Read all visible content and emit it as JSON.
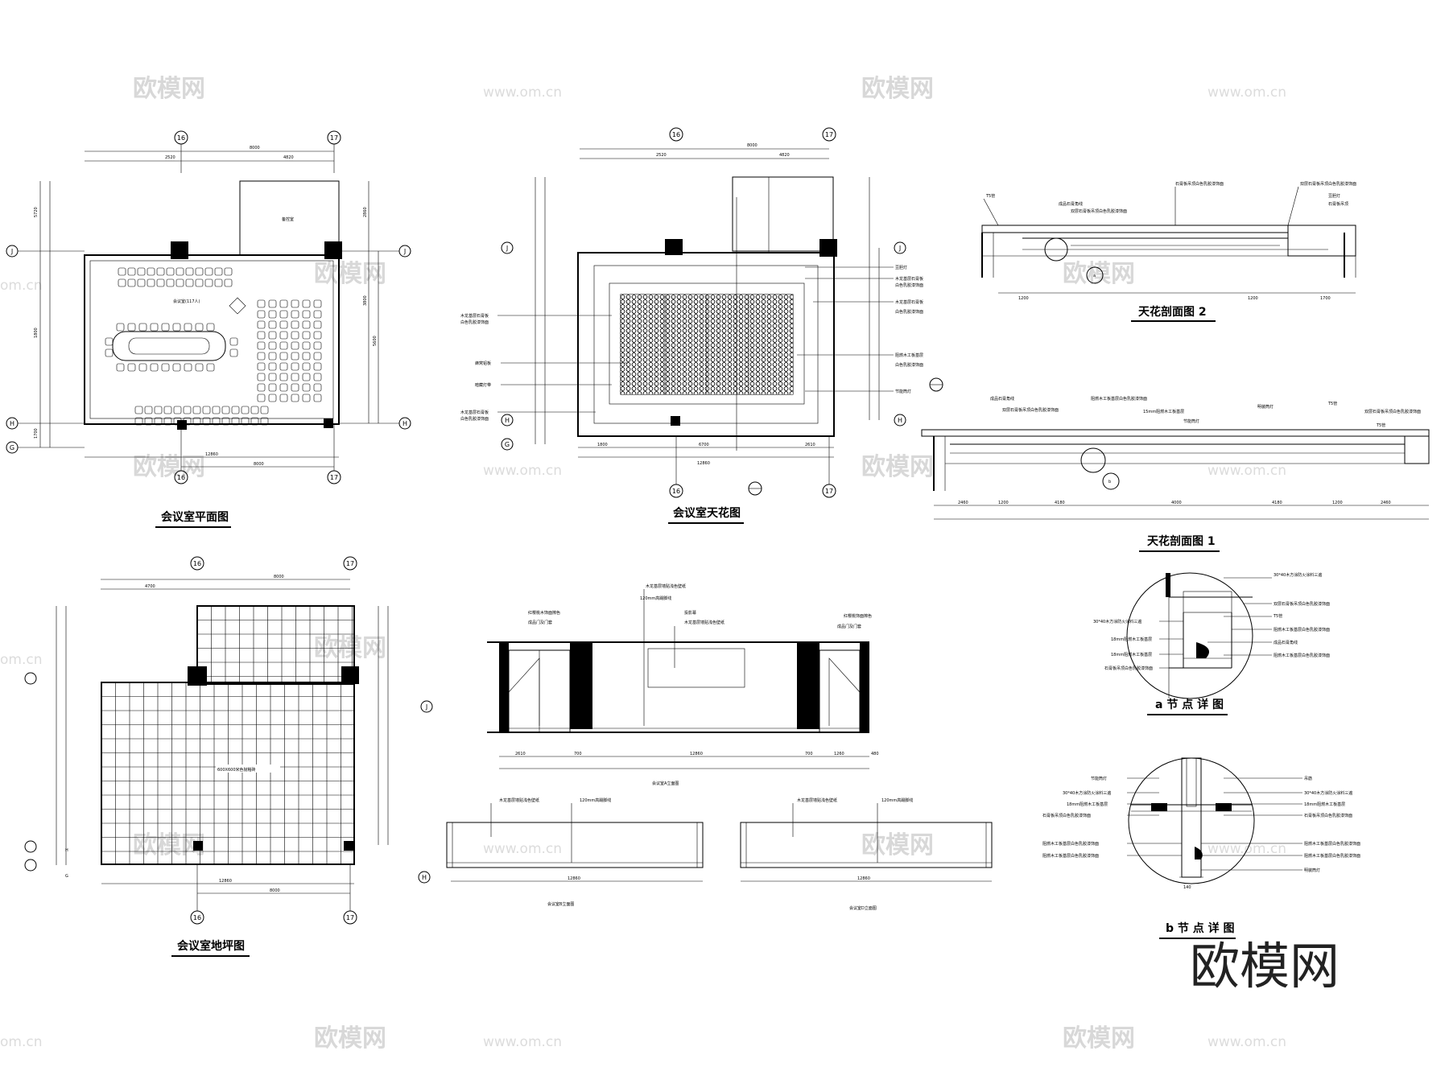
{
  "watermark": {
    "brand": "欧模网",
    "url": "www.om.cn",
    "url_short": "om.cn"
  },
  "brand_logo": "欧模网",
  "grid": {
    "c16": "16",
    "c17": "17",
    "rJ": "J",
    "rH": "H",
    "rG": "G"
  },
  "plan": {
    "title": "会议室平面图",
    "room_label": "会议室(117人)",
    "side_room": "备控室",
    "dims_top": [
      "2520",
      "4820",
      "8000"
    ],
    "dims_bottom": [
      "12860",
      "8000"
    ],
    "dims_left": [
      "5720",
      "1800",
      "1700"
    ],
    "dims_right": [
      "2860",
      "3800",
      "5600"
    ]
  },
  "ceiling": {
    "title": "会议室天花图",
    "dims_top": [
      "2520",
      "4820",
      "8000"
    ],
    "dims_bottom": [
      "1800",
      "6700",
      "2610",
      "12860"
    ],
    "labels_left": [
      "木龙基层石膏板",
      "白色乳胶漆饰面",
      "蜂窝铝板",
      "暗藏灯带",
      "木龙基层石膏板",
      "白色乳胶漆饰面"
    ],
    "labels_right": [
      "豆胆灯",
      "木龙基层石膏板",
      "白色乳胶漆饰面",
      "木龙基层石膏板",
      "白色乳胶漆饰面",
      "阻燃木工板基层",
      "白色乳胶漆饰面",
      "节能筒灯"
    ]
  },
  "section2": {
    "title": "天花剖面图 2",
    "labels": [
      "T5管",
      "成品石膏角线",
      "双层石膏板吊顶白色乳胶漆饰面",
      "石膏板吊顶白色乳胶漆饰面",
      "双层石膏板吊顶白色乳胶漆饰面",
      "豆胆灯",
      "石膏板吊顶"
    ],
    "dims": [
      "1200",
      "1200",
      "1700"
    ]
  },
  "section1": {
    "title": "天花剖面图 1",
    "labels": [
      "成品石膏角线",
      "双层石膏板吊顶白色乳胶漆饰面",
      "阻燃木工板基层白色乳胶漆饰面",
      "15mm阻燃木工板基层",
      "节能筒灯",
      "明装筒灯",
      "T5管",
      "双层石膏板吊顶白色乳胶漆饰面",
      "T5管"
    ],
    "dims": [
      "2460",
      "1200",
      "4180",
      "4000",
      "4180",
      "1200",
      "2460"
    ]
  },
  "floor": {
    "title": "会议室地坪图",
    "tile_label": "600X600米色抛釉砖",
    "dims_top": [
      "4700",
      "8000"
    ],
    "dims_bottom": [
      "12860",
      "8000"
    ]
  },
  "elevA": {
    "title": "会议室A立面图",
    "labels": [
      "红樱桃木饰面擦色",
      "成品门及门套",
      "木龙基层墙贴浅色壁纸",
      "120mm高踢脚线",
      "投影幕",
      "木龙基层墙贴浅色壁纸",
      "红樱桃饰面擦色",
      "成品门及门套"
    ],
    "dims": [
      "2610",
      "700",
      "12860",
      "700",
      "1260",
      "480"
    ]
  },
  "elevB": {
    "title": "会议室B立面图",
    "labels": [
      "木龙基层墙贴浅色壁纸",
      "120mm高踢脚线"
    ],
    "dims": [
      "12860"
    ]
  },
  "elevD": {
    "title": "会议室D立面图",
    "labels": [
      "木龙基层墙贴浅色壁纸",
      "120mm高踢脚线"
    ],
    "dims": [
      "12860"
    ]
  },
  "detailA": {
    "title": "a 节 点 详 图",
    "labels_right": [
      "30*40木方涂防火涂料三遍",
      "双层石膏板吊顶白色乳胶漆饰面",
      "T5管",
      "阻燃木工板基层白色乳胶漆饰面",
      "成品石膏角线",
      "阻燃木工板基层白色乳胶漆饰面"
    ],
    "labels_left": [
      "30*40木方涂防火涂料三遍",
      "18mm阻燃木工板基层",
      "18mm阻燃木工板基层",
      "石膏板吊顶白色乳胶漆饰面"
    ]
  },
  "detailB": {
    "title": "b 节 点 详 图",
    "labels_left": [
      "节能筒灯",
      "30*40木方涂防火涂料三遍",
      "18mm阻燃木工板基层",
      "石膏板吊顶白色乳胶漆饰面",
      "阻燃木工板基层白色乳胶漆饰面",
      "阻燃木工板基层白色乳胶漆饰面"
    ],
    "labels_right": [
      "吊筋",
      "30*40木方涂防火涂料三遍",
      "18mm阻燃木工板基层",
      "石膏板吊顶白色乳胶漆饰面",
      "阻燃木工板基层白色乳胶漆饰面",
      "阻燃木工板基层白色乳胶漆饰面",
      "明装筒灯"
    ],
    "dims": [
      "140"
    ]
  }
}
